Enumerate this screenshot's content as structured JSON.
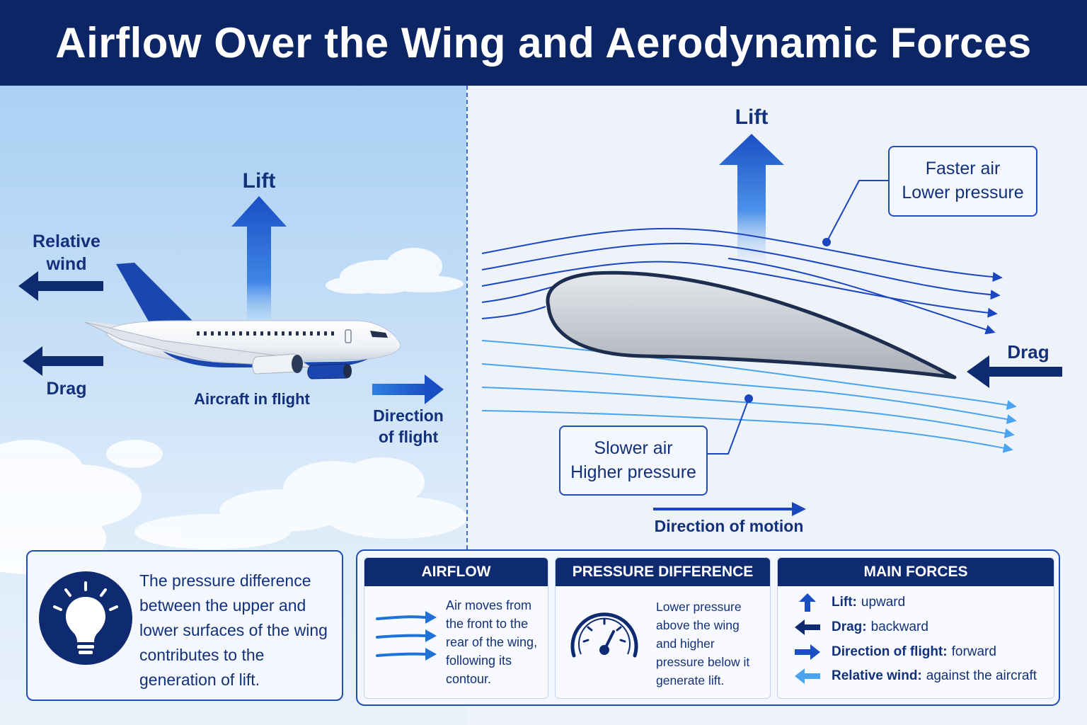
{
  "header": {
    "title": "Airflow Over the Wing and Aerodynamic Forces"
  },
  "left_scene": {
    "lift_label": "Lift",
    "relative_wind_label": "Relative wind",
    "drag_label": "Drag",
    "aircraft_caption": "Aircraft in flight",
    "direction_label": "Direction of flight"
  },
  "right_scene": {
    "lift_label": "Lift",
    "drag_label": "Drag",
    "upper_callout": {
      "line1": "Faster air",
      "line2": "Lower pressure"
    },
    "lower_callout": {
      "line1": "Slower air",
      "line2": "Higher pressure"
    },
    "motion_label": "Direction of motion"
  },
  "tip": {
    "text": "The pressure difference between the upper and lower surfaces of the wing contributes to the generation of lift."
  },
  "cards": {
    "airflow": {
      "title": "AIRFLOW",
      "text": "Air moves from the front to the rear of the wing, following its contour."
    },
    "pressure": {
      "title": "PRESSURE DIFFERENCE",
      "text": "Lower pressure above the wing and higher pressure below it generate lift."
    },
    "forces": {
      "title": "MAIN FORCES",
      "items": [
        {
          "name": "Lift:",
          "desc": "upward",
          "icon": "arrow-up-icon"
        },
        {
          "name": "Drag:",
          "desc": "backward",
          "icon": "arrow-left-icon"
        },
        {
          "name": "Direction of flight:",
          "desc": "forward",
          "icon": "arrow-right-icon"
        },
        {
          "name": "Relative wind:",
          "desc": "against the aircraft",
          "icon": "arrow-left-light-icon"
        }
      ]
    }
  },
  "colors": {
    "navy": "#0b2565",
    "blue": "#1a4fc4",
    "light_blue": "#4aa3f0",
    "sky": "#c3ddf6"
  }
}
